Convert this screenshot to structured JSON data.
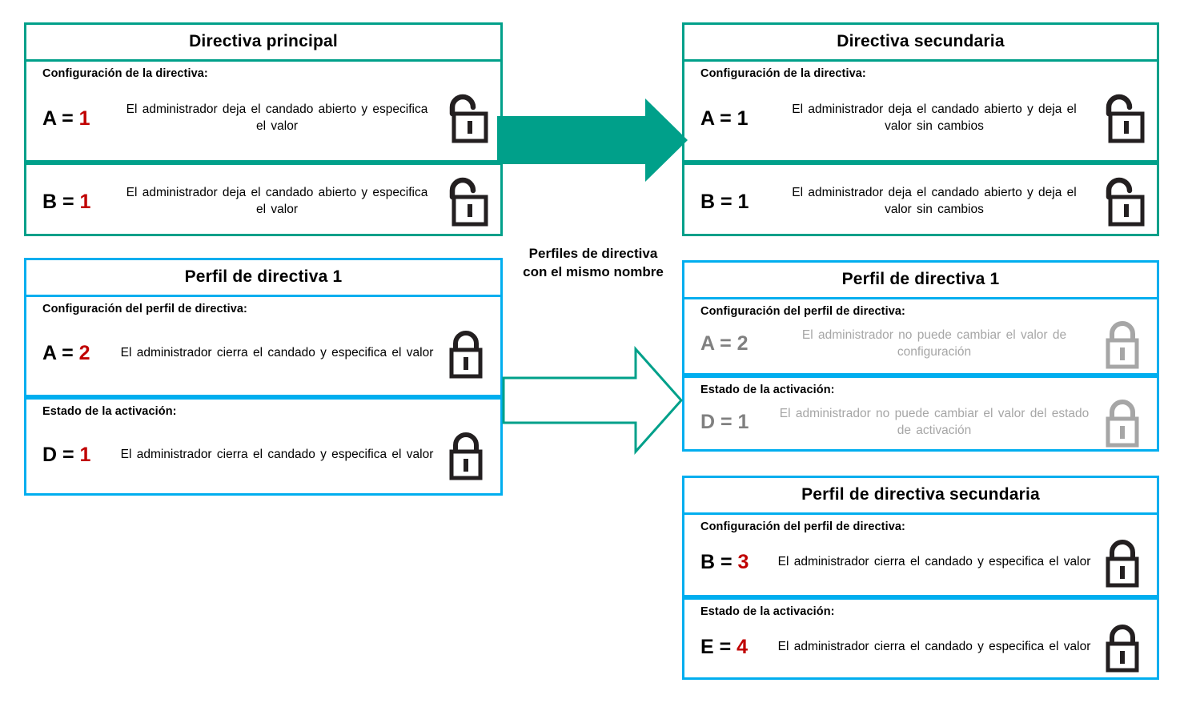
{
  "colors": {
    "teal": "#00a08a",
    "blue": "#00aeef",
    "red_value": "#c00000",
    "grey_disabled": "#808080",
    "grey_text": "#a6a6a6",
    "black": "#000000"
  },
  "caption": {
    "text": "Perfiles de directiva\ncon el mismo nombre"
  },
  "cards": {
    "primary_policy": {
      "title": "Directiva principal",
      "rows": [
        {
          "label": "Configuración  de la directiva:",
          "key": "A = ",
          "value": "1",
          "desc": "El administrador  deja  el candado  abierto  y especifica  el valor",
          "icon": "unlocked-padlock-icon"
        },
        {
          "label": "",
          "key": "B = ",
          "value": "1",
          "desc": "El administrador  deja  el candado  abierto  y especifica  el valor",
          "icon": "unlocked-padlock-icon"
        }
      ]
    },
    "secondary_policy": {
      "title": "Directiva secundaria",
      "rows": [
        {
          "label": "Configuración  de la directiva:",
          "key": "A = ",
          "value": "1",
          "desc": "El administrador  deja  el candado  abierto  y deja  el valor  sin cambios",
          "icon": "unlocked-padlock-icon"
        },
        {
          "label": "",
          "key": "B = ",
          "value": "1",
          "desc": "El administrador  deja  el candado  abierto  y deja  el valor  sin cambios",
          "icon": "unlocked-padlock-icon"
        }
      ]
    },
    "policy_profile_1_left": {
      "title": "Perfil de directiva 1",
      "rows": [
        {
          "label": "Configuración  del perfil  de directiva:",
          "key": "A = ",
          "value": "2",
          "desc": "El administrador  cierra el candado  y especifica el valor",
          "icon": "locked-padlock-icon"
        },
        {
          "label": "Estado  de la activación:",
          "key": "D = ",
          "value": "1",
          "desc": "El administrador  cierra el candado  y especifica el valor",
          "icon": "locked-padlock-icon"
        }
      ]
    },
    "policy_profile_1_right": {
      "title": "Perfil de directiva 1",
      "rows": [
        {
          "label": "Configuración  del perfil  de directiva:",
          "key": "A = ",
          "value": "2",
          "desc": "El administrador  no puede  cambiar  el valor  de configuración",
          "icon": "locked-padlock-icon-disabled"
        },
        {
          "label": "Estado  de la activación:",
          "key": "D = ",
          "value": "1",
          "desc": "El administrador  no puede  cambiar  el valor del estado  de activación",
          "icon": "locked-padlock-icon-disabled"
        }
      ]
    },
    "secondary_policy_profile": {
      "title": "Perfil de directiva secundaria",
      "rows": [
        {
          "label": "Configuración  del perfil  de directiva:",
          "key": "B = ",
          "value": "3",
          "desc": "El administrador  cierra el candado  y especifica el valor",
          "icon": "locked-padlock-icon"
        },
        {
          "label": "Estado  de la activación:",
          "key": "E = ",
          "value": "4",
          "desc": "El administrador  cierra el candado  y especifica el valor",
          "icon": "locked-padlock-icon"
        }
      ]
    }
  },
  "arrows": {
    "top": {
      "name": "solid-right-arrow",
      "style": "filled",
      "color": "#00a08a"
    },
    "middle": {
      "name": "hollow-right-arrow",
      "style": "outline",
      "color": "#00a08a"
    }
  }
}
